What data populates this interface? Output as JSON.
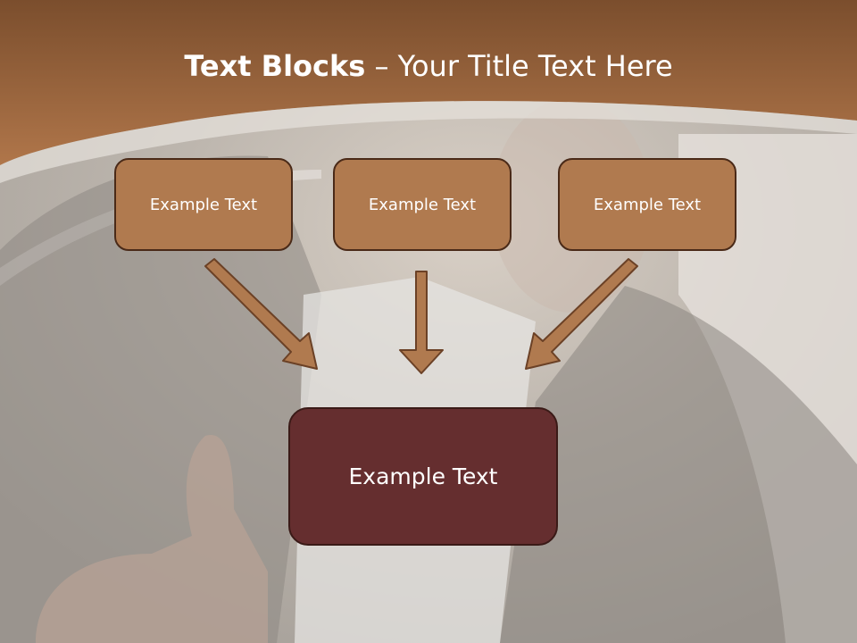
{
  "slide": {
    "title_bold": "Text Blocks",
    "title_dash": " – ",
    "title_rest": "Your Title Text Here"
  },
  "diagram": {
    "top_boxes": [
      "Example Text",
      "Example Text",
      "Example Text"
    ],
    "center_box": "Example Text"
  },
  "colors": {
    "header_brown": "#9a6136",
    "box_fill": "#b07a4f",
    "center_fill": "#652e2f",
    "arrow_fill": "#b07a4f"
  }
}
